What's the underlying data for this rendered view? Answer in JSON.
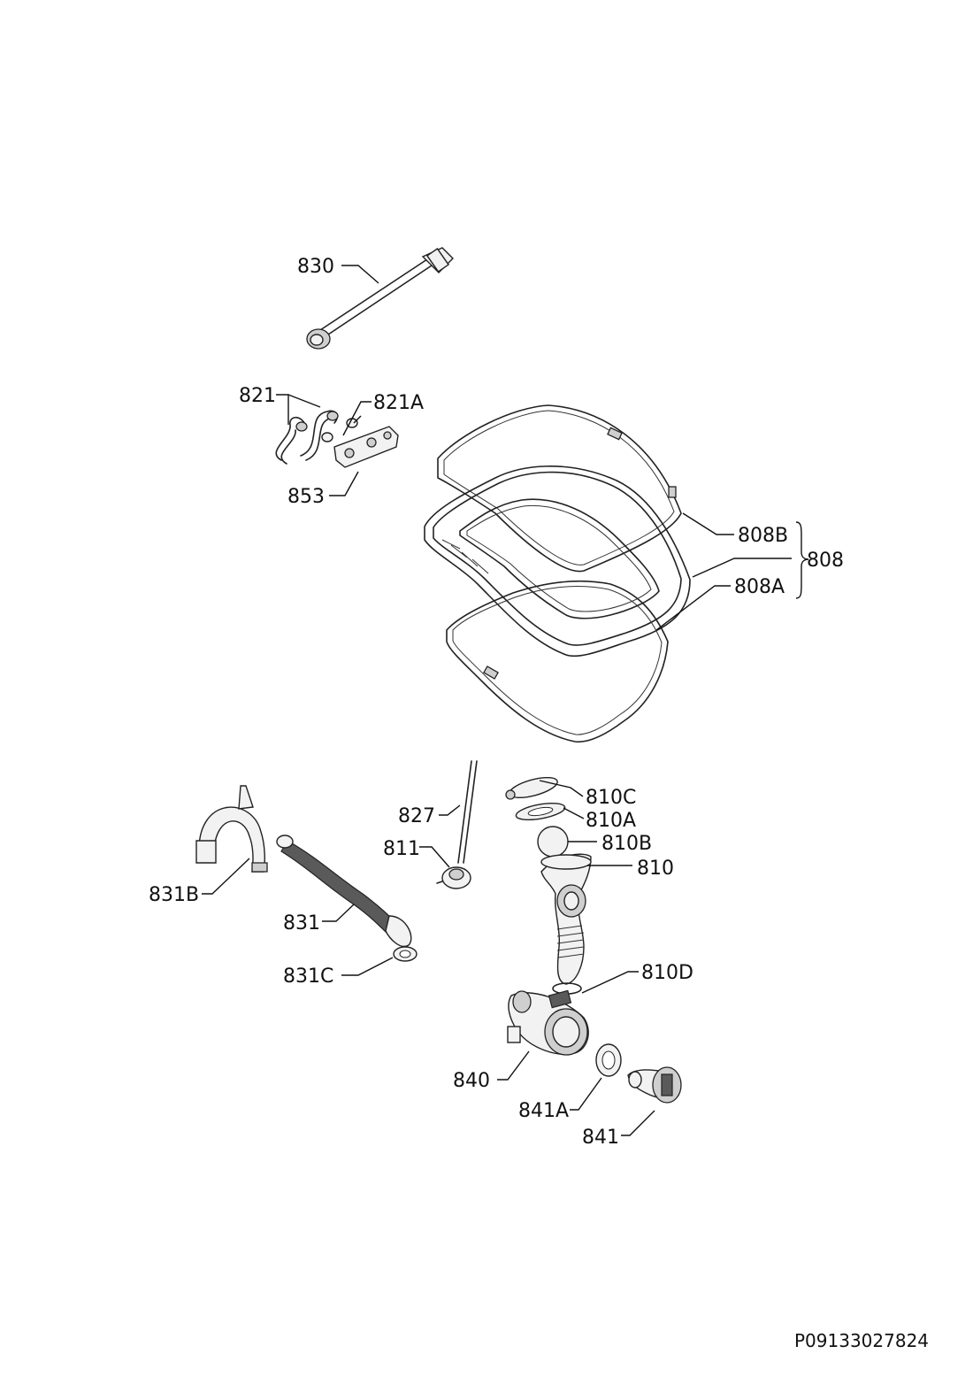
{
  "labels": {
    "l830": "830",
    "l821": "821",
    "l821A": "821A",
    "l853": "853",
    "l808B": "808B",
    "l808": "808",
    "l808A": "808A",
    "l827": "827",
    "l810C": "810C",
    "l810A": "810A",
    "l810B": "810B",
    "l810": "810",
    "l811": "811",
    "l831B": "831B",
    "l831": "831",
    "l831C": "831C",
    "l810D": "810D",
    "l840": "840",
    "l841A": "841A",
    "l841": "841"
  },
  "document_id": "P09133027824"
}
